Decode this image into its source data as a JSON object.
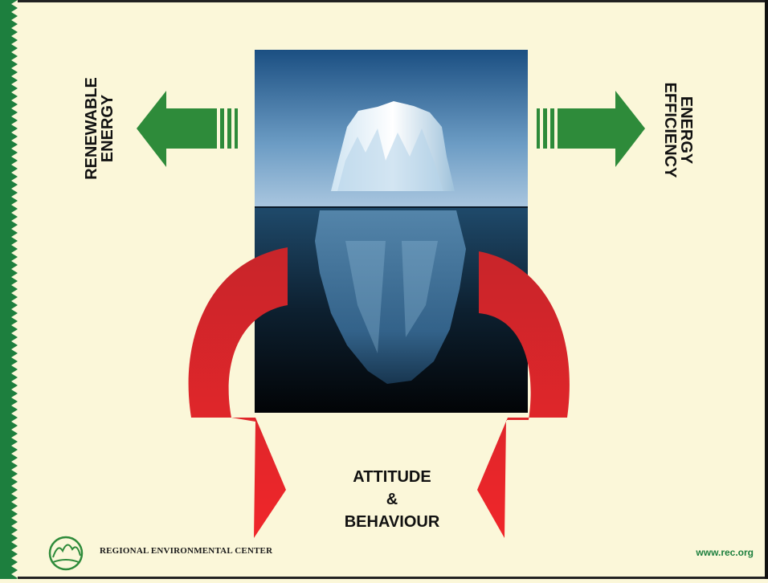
{
  "labels": {
    "left": [
      "RENEWABLE",
      "ENERGY"
    ],
    "right": [
      "ENERGY",
      "EFFICIENCY"
    ],
    "center": [
      "ATTITUDE",
      "&",
      "BEHAVIOUR"
    ]
  },
  "footer": {
    "organization": "REGIONAL ENVIRONMENTAL CENTER",
    "url": "www.rec.org"
  },
  "colors": {
    "background": "#fbf7d9",
    "accent_green": "#2e8b3a",
    "arrow_red": "#e32326",
    "strip_green": "#1d7f3e"
  },
  "icons": [
    "rec-logo-icon",
    "iceberg-image"
  ]
}
